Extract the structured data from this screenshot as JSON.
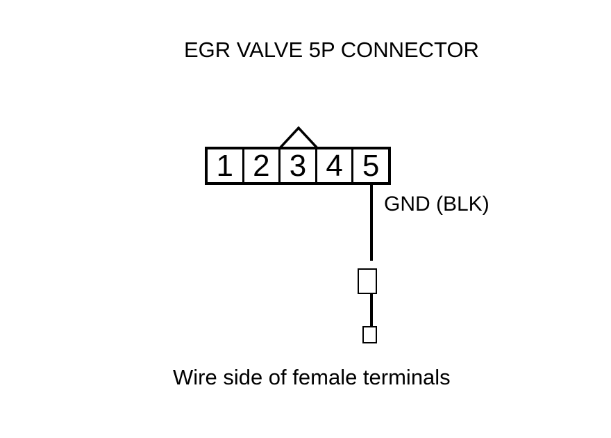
{
  "title": "EGR VALVE 5P CONNECTOR",
  "connector": {
    "pins": [
      "1",
      "2",
      "3",
      "4",
      "5"
    ],
    "marker_icon": "keying-triangle"
  },
  "wire": {
    "label": "GND (BLK)",
    "from_pin": "5"
  },
  "caption": "Wire side of female terminals",
  "colors": {
    "line": "#000000",
    "background": "#ffffff"
  }
}
